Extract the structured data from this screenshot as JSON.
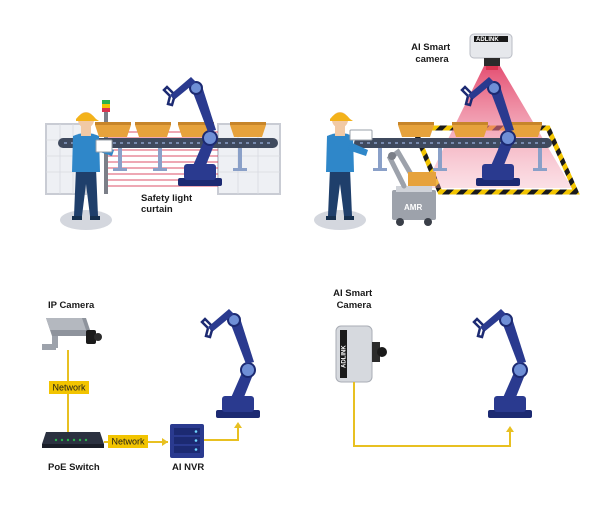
{
  "labels": {
    "safety_light_curtain": [
      "Safety light",
      "curtain"
    ],
    "ai_smart_camera_top": [
      "AI Smart",
      "camera"
    ],
    "amr": "AMR",
    "ip_camera": "IP Camera",
    "network_1": "Network",
    "network_2": "Network",
    "poe_switch": "PoE Switch",
    "ai_nvr": "AI NVR",
    "ai_smart_camera_bottom": [
      "AI Smart",
      "Camera"
    ],
    "camera_brand": "ADLINK"
  },
  "colors": {
    "robot_blue": "#2a3a8f",
    "robot_joint": "#6f8fd6",
    "conveyor_belt": "#3f4a5e",
    "box": "#e6a23c",
    "worker_shirt": "#2f87c9",
    "worker_pants": "#1f3f6b",
    "hard_hat": "#f3b21a",
    "tag_fill": "#f2c400",
    "link_line": "#e8c021",
    "laser_red": "#d9344f",
    "camera_beam": "#e86a86",
    "fence": "#c9ccd4"
  }
}
